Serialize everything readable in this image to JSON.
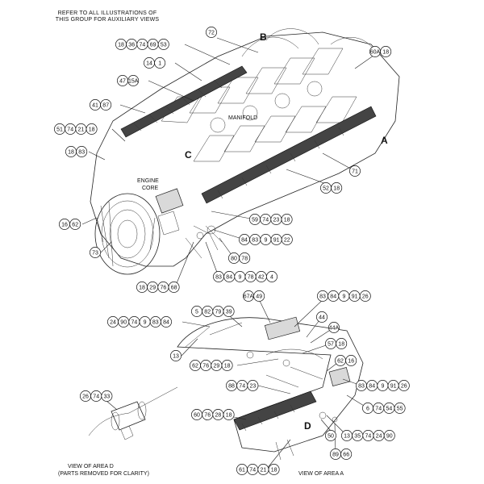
{
  "header_note": {
    "line1": "REFER TO ALL ILLUSTRATIONS OF",
    "line2": "THIS GROUP FOR AUXILIARY VIEWS"
  },
  "region_labels": {
    "manifold": "MANIFOLD",
    "engine": "ENGINE",
    "core": "CORE"
  },
  "area_letters": {
    "b": "B",
    "a": "A",
    "c": "C",
    "d": "D"
  },
  "captions": {
    "view_d_line1": "VIEW OF AREA  D",
    "view_d_line2": "(PARTS REMOVED FOR CLARITY)",
    "view_a": "VIEW OF AREA  A"
  },
  "callout_groups": [
    {
      "id": "g1",
      "items": [
        "18",
        "36",
        "74",
        "69",
        "53"
      ]
    },
    {
      "id": "g2",
      "items": [
        "72"
      ]
    },
    {
      "id": "g3",
      "items": [
        "14",
        "1"
      ]
    },
    {
      "id": "g4",
      "items": [
        "47",
        "15A"
      ]
    },
    {
      "id": "g5",
      "items": [
        "41",
        "87"
      ]
    },
    {
      "id": "g6",
      "items": [
        "51",
        "74",
        "21",
        "18"
      ]
    },
    {
      "id": "g7",
      "items": [
        "18",
        "83"
      ]
    },
    {
      "id": "g8",
      "items": [
        "60A",
        "18"
      ]
    },
    {
      "id": "g9",
      "items": [
        "71"
      ]
    },
    {
      "id": "g10",
      "items": [
        "52",
        "18"
      ]
    },
    {
      "id": "g11",
      "items": [
        "16",
        "62"
      ]
    },
    {
      "id": "g12",
      "items": [
        "59",
        "74",
        "23",
        "18"
      ]
    },
    {
      "id": "g13",
      "items": [
        "84",
        "83",
        "9",
        "91",
        "22"
      ]
    },
    {
      "id": "g14",
      "items": [
        "80",
        "78"
      ]
    },
    {
      "id": "g15",
      "items": [
        "73"
      ]
    },
    {
      "id": "g16",
      "items": [
        "83",
        "84",
        "9",
        "78",
        "42",
        "4"
      ]
    },
    {
      "id": "g17",
      "items": [
        "18",
        "29",
        "76",
        "68"
      ]
    },
    {
      "id": "g18",
      "items": [
        "67A",
        "49"
      ]
    },
    {
      "id": "g19",
      "items": [
        "83",
        "84",
        "9",
        "91",
        "26"
      ]
    },
    {
      "id": "g20",
      "items": [
        "5",
        "82",
        "79",
        "39"
      ]
    },
    {
      "id": "g21",
      "items": [
        "24",
        "90",
        "74",
        "9",
        "83",
        "84"
      ]
    },
    {
      "id": "g22",
      "items": [
        "44"
      ]
    },
    {
      "id": "g23",
      "items": [
        "44A"
      ]
    },
    {
      "id": "g24",
      "items": [
        "13"
      ]
    },
    {
      "id": "g25",
      "items": [
        "57",
        "18"
      ]
    },
    {
      "id": "g26",
      "items": [
        "62",
        "76",
        "29",
        "18"
      ]
    },
    {
      "id": "g27",
      "items": [
        "62",
        "16"
      ]
    },
    {
      "id": "g28",
      "items": [
        "88",
        "74",
        "23"
      ]
    },
    {
      "id": "g29",
      "items": [
        "83",
        "84",
        "9",
        "91",
        "26"
      ]
    },
    {
      "id": "g30",
      "items": [
        "26",
        "74",
        "33"
      ]
    },
    {
      "id": "g31",
      "items": [
        "6",
        "74",
        "54",
        "55"
      ]
    },
    {
      "id": "g32",
      "items": [
        "60",
        "76",
        "28",
        "18"
      ]
    },
    {
      "id": "g33",
      "items": [
        "13",
        "35",
        "74",
        "24",
        "90"
      ]
    },
    {
      "id": "g34",
      "items": [
        "50"
      ]
    },
    {
      "id": "g35",
      "items": [
        "89",
        "66"
      ]
    },
    {
      "id": "g36",
      "items": [
        "61",
        "74",
        "21",
        "18"
      ]
    }
  ]
}
